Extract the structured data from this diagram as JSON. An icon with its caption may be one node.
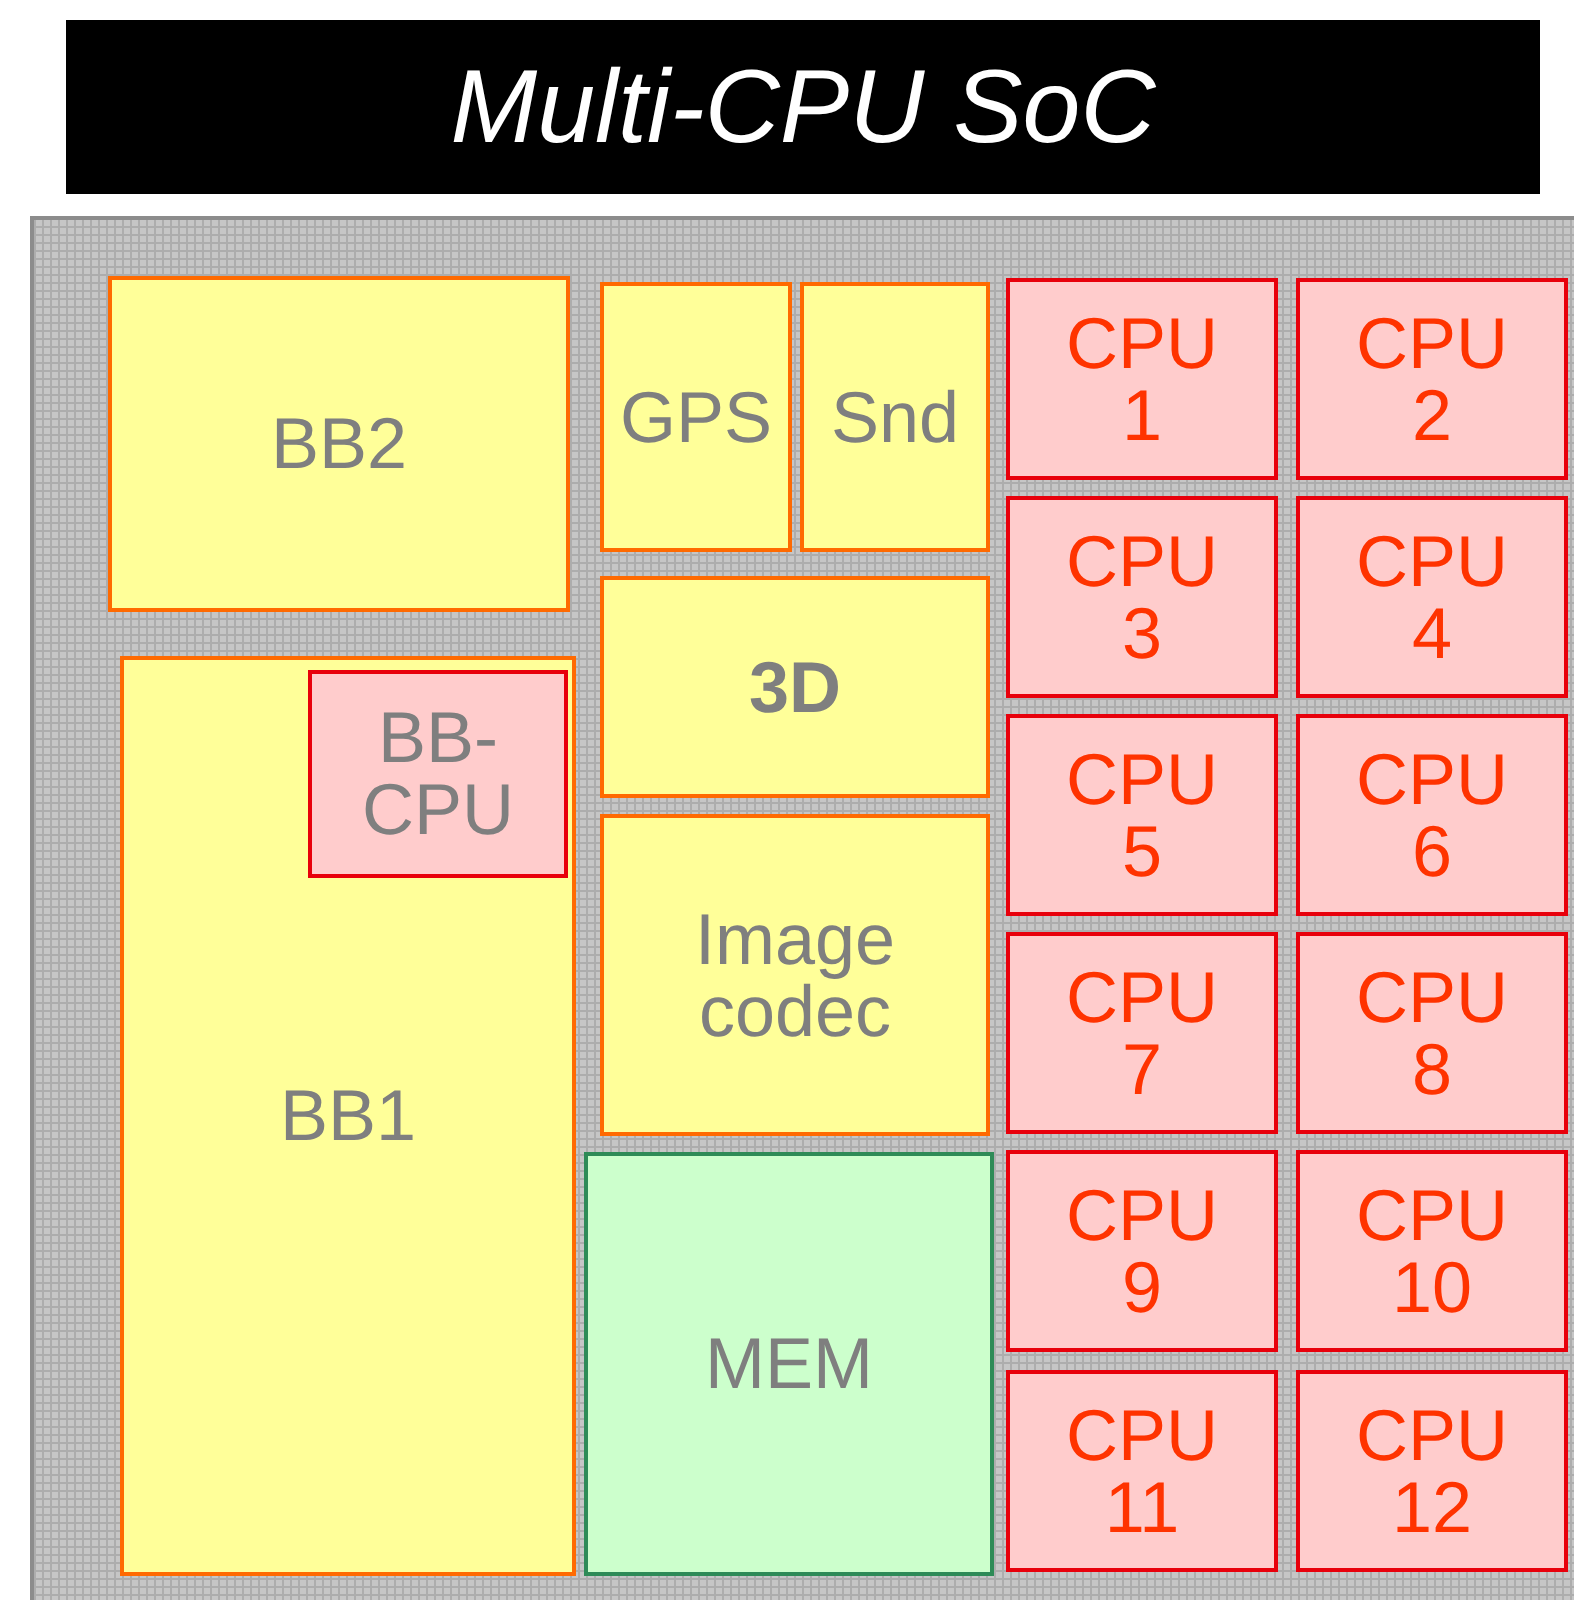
{
  "diagram": {
    "title": "Multi-CPU SoC",
    "nodes": [
      {
        "text": [
          "BB2"
        ]
      },
      {
        "text": [
          "BB1"
        ]
      },
      {
        "text": [
          "BB-CPU"
        ],
        "in": 1
      },
      {
        "text": [
          "GPS"
        ]
      },
      {
        "text": [
          "Snd"
        ]
      },
      {
        "text": [
          "3D"
        ]
      },
      {
        "text": [
          "Image codec"
        ]
      },
      {
        "text": [
          "MEM"
        ]
      },
      {
        "text": [
          "CPU 1"
        ]
      },
      {
        "text": [
          "CPU 2"
        ]
      },
      {
        "text": [
          "CPU 3"
        ]
      },
      {
        "text": [
          "CPU 4"
        ]
      },
      {
        "text": [
          "CPU 5"
        ]
      },
      {
        "text": [
          "CPU 6"
        ]
      },
      {
        "text": [
          "CPU 7"
        ]
      },
      {
        "text": [
          "CPU 8"
        ]
      },
      {
        "text": [
          "CPU 9"
        ]
      },
      {
        "text": [
          "CPU 10"
        ]
      },
      {
        "text": [
          "CPU 11"
        ]
      },
      {
        "text": [
          "CPU 12"
        ]
      }
    ]
  }
}
